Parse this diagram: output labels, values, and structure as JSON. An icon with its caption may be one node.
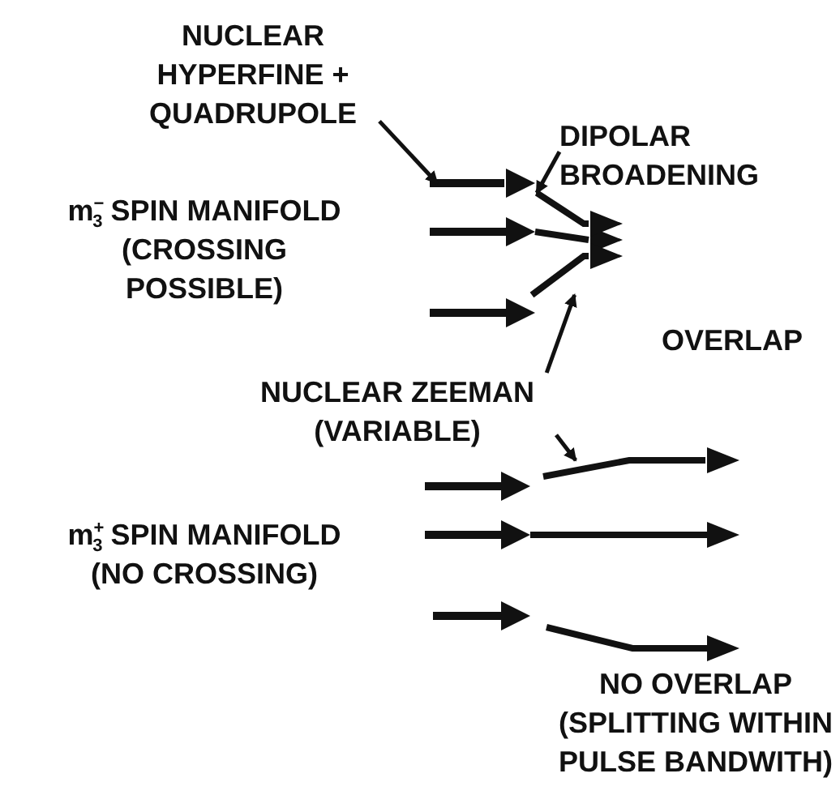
{
  "diagram": {
    "nodes": [
      {
        "text": [
          "NUCLEAR HYPERFINE + QUADRUPOLE"
        ]
      },
      {
        "text": [
          "DIPOLAR BROADENING"
        ]
      },
      {
        "text": [
          "NUCLEAR ZEEMAN (VARIABLE)"
        ]
      },
      {
        "text": [],
        "shape": "line"
      },
      {
        "text": [],
        "shape": "line"
      },
      {
        "text": [],
        "shape": "line"
      },
      {
        "text": [],
        "shape": "line"
      }
    ],
    "edges": [
      {
        "from": 0,
        "to": 3,
        "arrow": "to"
      },
      {
        "from": 1,
        "to": 4,
        "arrow": "to"
      },
      {
        "from": 2,
        "to": 5,
        "arrow": "to"
      },
      {
        "from": 2,
        "to": 6,
        "arrow": "to"
      }
    ],
    "labels": [
      "m$^{−}$$_{3}$ SPIN MANIFOLD (CROSSING POSSIBLE)",
      "OVERLAP",
      "m$^{+}$$_{3}$ SPIN MANIFOLD (NO CROSSING)",
      "NO OVERLAP (SPLITTING WITHIN PULSE BANDWITH)"
    ]
  }
}
